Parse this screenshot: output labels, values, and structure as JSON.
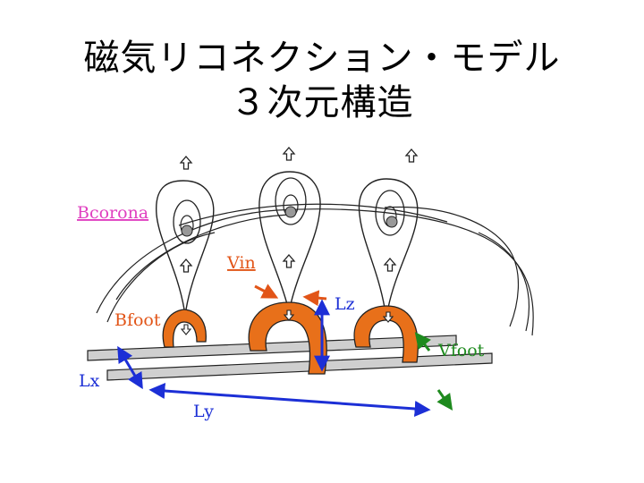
{
  "title": {
    "line1": "磁気リコネクション・モデル",
    "line2": "３次元構造"
  },
  "diagram": {
    "labels": {
      "bcorona": "Bcorona",
      "vin": "Vin",
      "lz": "Lz",
      "bfoot": "Bfoot",
      "vfoot": "Vfoot",
      "lx": "Lx",
      "ly": "Ly"
    },
    "colors": {
      "bcorona": "#e040c0",
      "vin": "#e25518",
      "lz": "#1c2fd6",
      "bfoot": "#e25518",
      "vfoot": "#1e8a1e",
      "lx": "#1c2fd6",
      "ly": "#1c2fd6",
      "foot_fill": "#e8701a",
      "ink": "#222222",
      "bar_fill": "#cfcfcf"
    }
  }
}
